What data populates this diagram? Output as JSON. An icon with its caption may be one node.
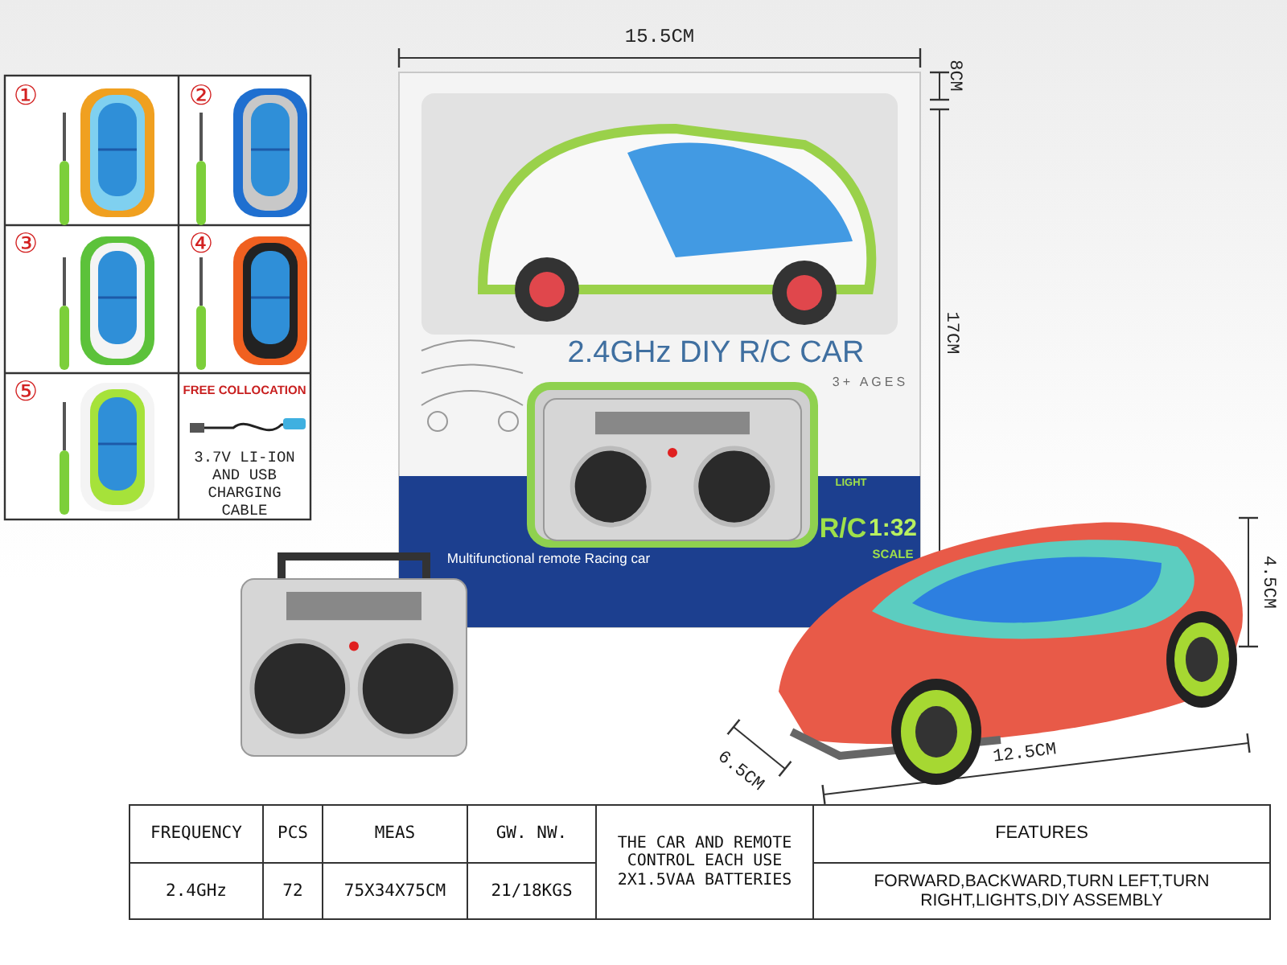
{
  "diagram": {
    "labels": [
      "①",
      "②",
      "③",
      "④",
      "⑤",
      "FREE COLLOCATION",
      "3.7V LI-ION AND USB CHARGING CABLE",
      "15.5CM",
      "8CM",
      "2.4GHz DIY R/C CAR",
      "3+ AGES",
      "17CM",
      "LIGHT",
      "R/C",
      "1:32",
      "SCALE",
      "Multifunctional remote Racing car",
      "4.5CM",
      "6.5CM",
      "12.5CM",
      "FREQUENCY",
      "PCS",
      "MEAS",
      "GW. NW.",
      "THE CAR AND REMOTE CONTROL EACH USE 2X1.5VAA BATTERIES",
      "FEATURES",
      "2.4GHz",
      "72",
      "75X34X75CM",
      "21/18KGS",
      "FORWARD,BACKWARD,TURN LEFT,TURN RIGHT,LIGHTS,DIY ASSEMBLY"
    ]
  }
}
